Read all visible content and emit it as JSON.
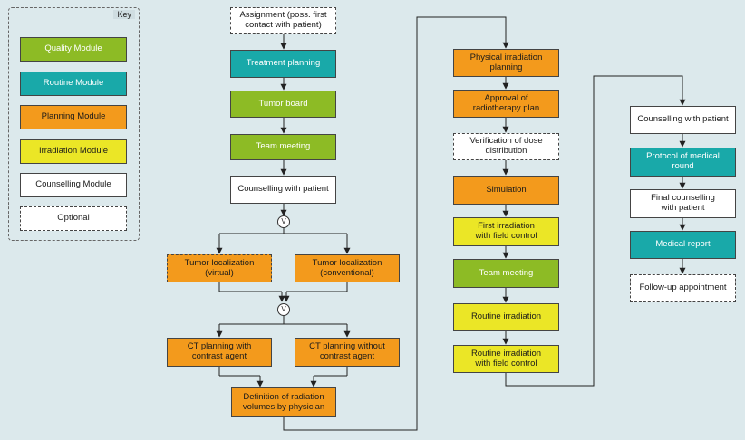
{
  "key": {
    "title": "Key",
    "items": [
      {
        "label": "Quality Module",
        "kind": "quality"
      },
      {
        "label": "Routine Module",
        "kind": "routine"
      },
      {
        "label": "Planning Module",
        "kind": "planning"
      },
      {
        "label": "Irradiation Module",
        "kind": "irradiation"
      },
      {
        "label": "Counselling Module",
        "kind": "counselling"
      },
      {
        "label": "Optional",
        "kind": "optional"
      }
    ]
  },
  "colors": {
    "quality": "#8dbb25",
    "routine": "#19a9a9",
    "planning": "#f39a1c",
    "irradiation": "#ebe626",
    "counselling": "#ffffff",
    "background": "#dce9ec"
  },
  "flow": {
    "assignment": "Assignment (poss. first\ncontact with patient)",
    "treatment_planning": "Treatment planning",
    "tumor_board": "Tumor board",
    "team_meeting_1": "Team meeting",
    "counselling_1": "Counselling with patient",
    "or_1": "V",
    "tumor_loc_virtual": "Tumor localization\n(virtual)",
    "tumor_loc_conventional": "Tumor localization\n(conventional)",
    "or_2": "V",
    "ct_with_contrast": "CT planning with\ncontrast agent",
    "ct_without_contrast": "CT planning without\ncontrast agent",
    "definition_volumes": "Definition of radiation\nvolumes by physician",
    "physical_planning": "Physical irradiation planning",
    "approval_plan": "Approval of\nradiotherapy plan",
    "verification_dose": "Verification of dose\ndistribution",
    "simulation": "Simulation",
    "first_irradiation": "First irradiation\nwith field control",
    "team_meeting_2": "Team meeting",
    "routine_irradiation": "Routine irradiation",
    "routine_irradiation_field": "Routine irradiation\nwith field control",
    "counselling_2": "Counselling with patient",
    "protocol_round": "Protocol of medical round",
    "final_counselling": "Final counselling\nwith patient",
    "medical_report": "Medical report",
    "follow_up": "Follow-up appointment"
  }
}
